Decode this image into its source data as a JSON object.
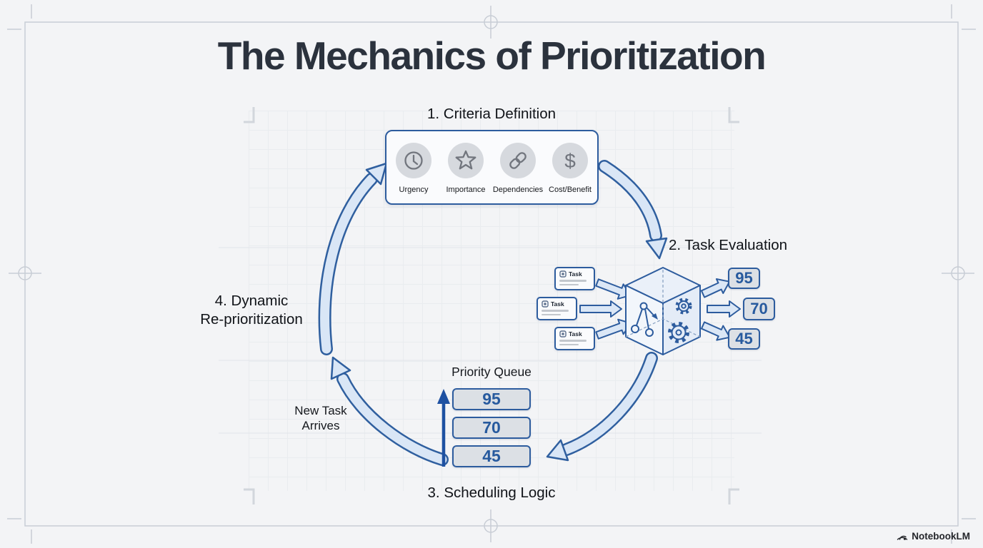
{
  "title": "The Mechanics of Prioritization",
  "steps": {
    "one": "1. Criteria Definition",
    "two": "2. Task Evaluation",
    "three": "3. Scheduling Logic",
    "four_line1": "4. Dynamic",
    "four_line2": "Re-prioritization"
  },
  "criteria": {
    "items": [
      {
        "label": "Urgency",
        "icon": "clock-icon"
      },
      {
        "label": "Importance",
        "icon": "star-icon"
      },
      {
        "label": "Dependencies",
        "icon": "link-icon"
      },
      {
        "label": "Cost/Benefit",
        "icon": "dollar-icon"
      }
    ]
  },
  "evaluation": {
    "task_cards": [
      {
        "label": "Task"
      },
      {
        "label": "Task"
      },
      {
        "label": "Task"
      }
    ],
    "scores": [
      "95",
      "70",
      "45"
    ]
  },
  "queue": {
    "title": "Priority Queue",
    "items": [
      "95",
      "70",
      "45"
    ]
  },
  "annotations": {
    "new_task_line1": "New Task",
    "new_task_line2": "Arrives"
  },
  "footer": {
    "brand": "NotebookLM"
  },
  "icons": {
    "dollar_glyph": "$"
  },
  "colors": {
    "accent_blue": "#2d5c9e",
    "arrow_fill": "#d9e6f6",
    "box_fill": "#dce0e5",
    "title_text": "#2b323d",
    "frame_gray": "#c8cdd5"
  }
}
